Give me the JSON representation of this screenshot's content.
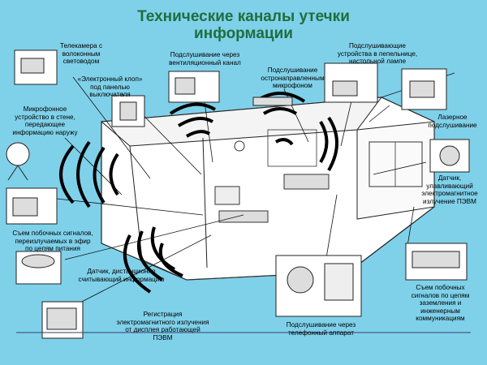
{
  "title": "Технические каналы утечки информации",
  "labels": {
    "camera": "Телекамера с\nволоконным\nсветоводом",
    "bug": "«Электронный клоп»\nпод панелью\nвыключателя",
    "vent": "Подслушивание через\nвентиляционный канал",
    "directional_mic": "Подслушивание\nостронаправленным\nмикрофоном",
    "lamp": "Подслушивающие\nустройства в пепельнице,\nнастольной лампе",
    "wall_mic": "Микрофонное\nустройство в стене,\nпередающее\nинформацию наружу",
    "laser": "Лазерное\nподслушивание",
    "em_sensor": "Датчик,\nулавливающий\nэлектромагнитное\nизлучение ПЭВМ",
    "power_lines": "Съем побочных сигналов,\nпереизлучаемых в эфир\nпо цепям питания",
    "remote_sensor": "Датчик, дистанционно\nсчитывающий информацию",
    "display": "Регистрация\nэлектромагнитного излучения\nот дисплея работающей\nПЭВМ",
    "phone": "Подслушивание через\nтелефонный аппарат",
    "grounding": "Съем побочных\nсигналов по цепям\nзаземления и\nинженерным\nкоммуникациям"
  },
  "colors": {
    "background": "#7fd1ea",
    "title": "#1f6e3e",
    "panel": "#ffffff",
    "ink": "#000000"
  }
}
